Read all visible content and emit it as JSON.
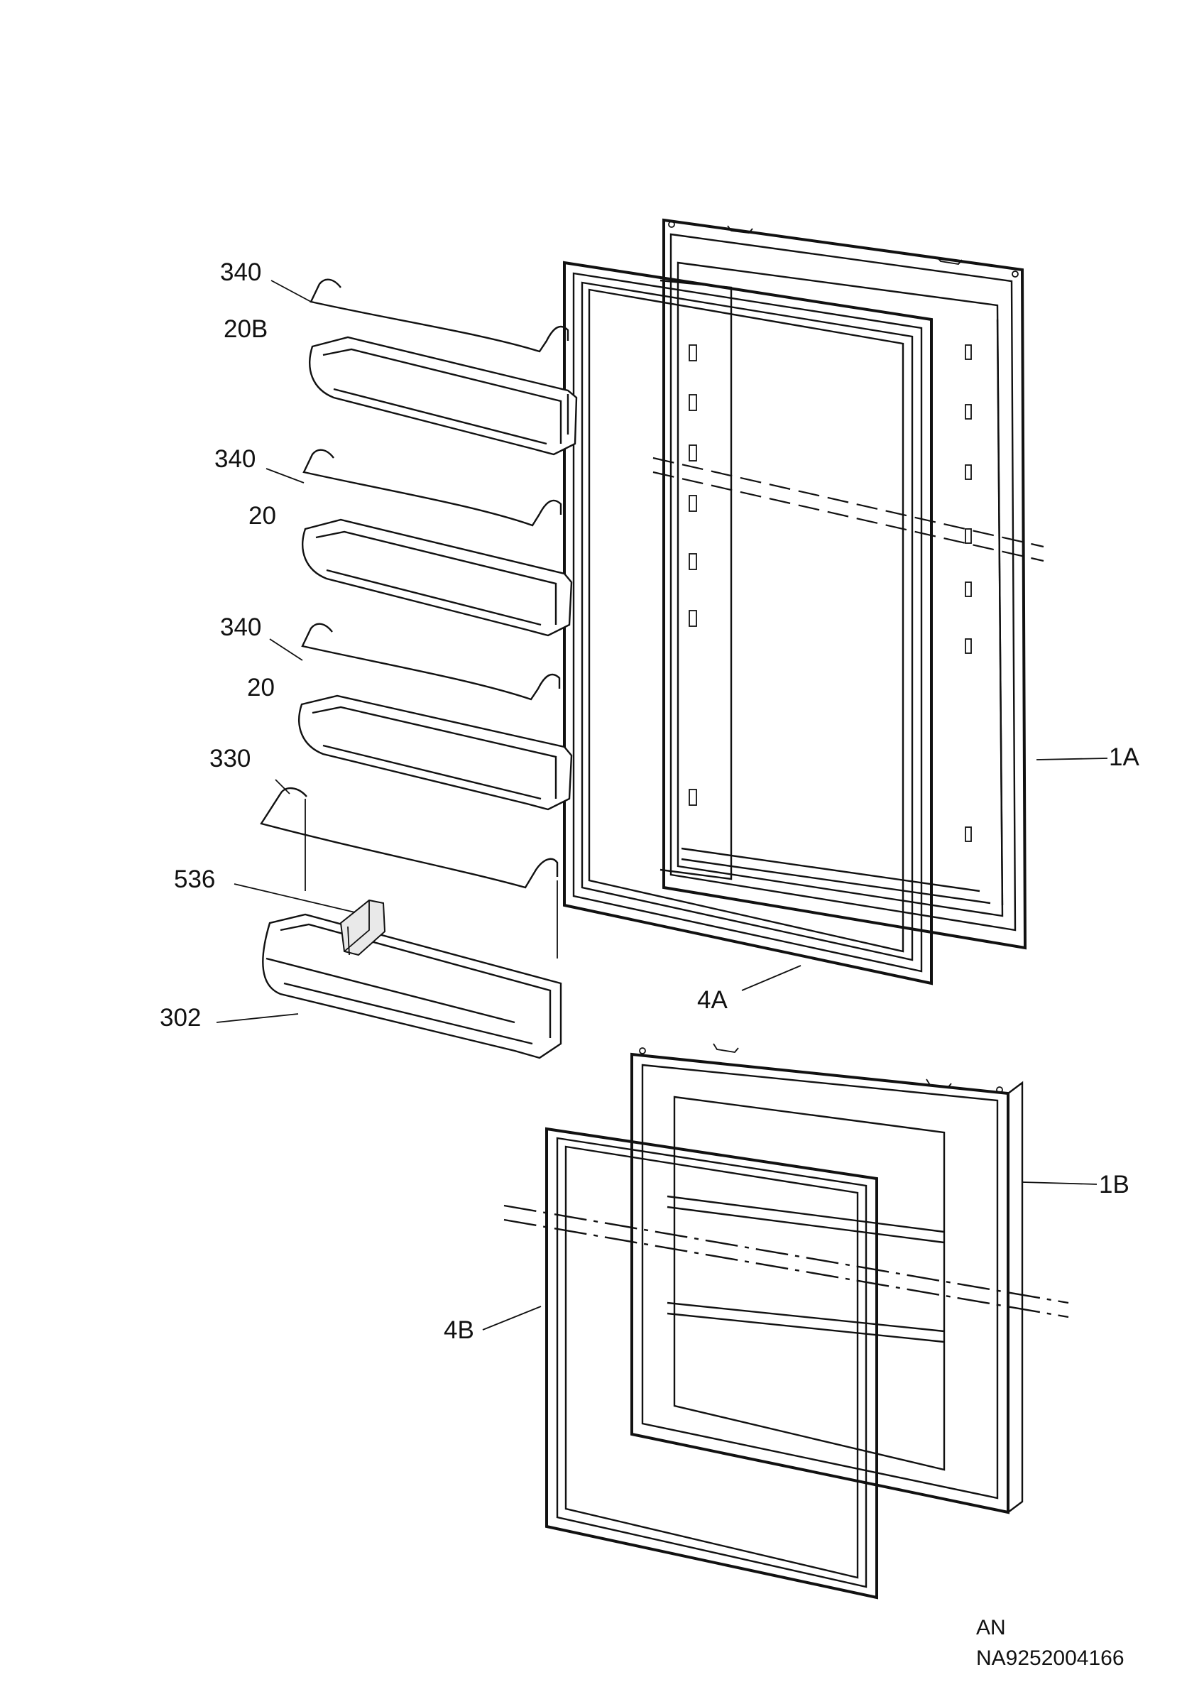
{
  "diagram": {
    "callouts": {
      "p340a": "340",
      "p20b": "20B",
      "p340b": "340",
      "p20a": "20",
      "p340c": "340",
      "p20c": "20",
      "p330": "330",
      "p536": "536",
      "p302": "302",
      "p1a": "1A",
      "p4a": "4A",
      "p1b": "1B",
      "p4b": "4B"
    },
    "footer": {
      "lang": "AN",
      "code": "NA9252004166"
    }
  }
}
